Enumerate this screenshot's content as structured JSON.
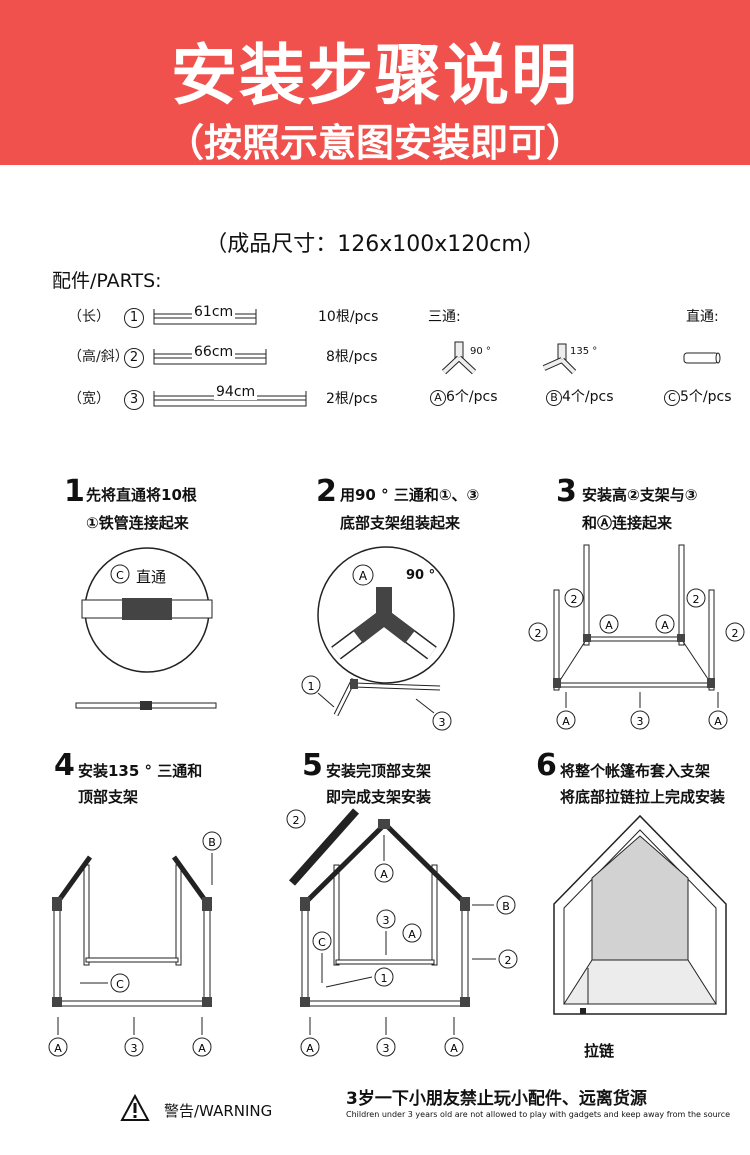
{
  "header": {
    "title": "安装步骤说明",
    "subtitle": "（按照示意图安装即可）"
  },
  "size_line": "（成品尺寸：126x100x120cm）",
  "parts_label": "配件/PARTS:",
  "parts": [
    {
      "name": "（长）",
      "num": "1",
      "length": "61cm",
      "qty": "10根/pcs"
    },
    {
      "name": "（高/斜）",
      "num": "2",
      "length": "66cm",
      "qty": "8根/pcs"
    },
    {
      "name": "（宽）",
      "num": "3",
      "length": "94cm",
      "qty": "2根/pcs"
    }
  ],
  "connectors": {
    "tee_label": "三通:",
    "straight_label": "直通:",
    "angle90": "90 °",
    "angle135": "135 °",
    "a_qty": "6个/pcs",
    "b_qty": "4个/pcs",
    "c_qty": "5个/pcs",
    "a": "A",
    "b": "B",
    "c": "C"
  },
  "steps": [
    {
      "num": "1",
      "line1": "先将直通将10根",
      "line2": "①铁管连接起来",
      "callout": "直通"
    },
    {
      "num": "2",
      "line1": "用90 ° 三通和①、③",
      "line2": "底部支架组装起来",
      "callout": "90 °"
    },
    {
      "num": "3",
      "line1": "安装高②支架与③",
      "line2": "和Ⓐ连接起来"
    },
    {
      "num": "4",
      "line1": "安装135 ° 三通和",
      "line2": "顶部支架"
    },
    {
      "num": "5",
      "line1": "安装完顶部支架",
      "line2": "即完成支架安装"
    },
    {
      "num": "6",
      "line1": "将整个帐篷布套入支架",
      "line2": "将底部拉链拉上完成安装",
      "zipper": "拉链"
    }
  ],
  "markers": {
    "one": "1",
    "two": "2",
    "three": "3"
  },
  "warning": {
    "label": "警告/WARNING",
    "cn": "3岁一下小朋友禁止玩小配件、远离货源",
    "en": "Children under 3 years old are not allowed to play with gadgets and keep away from the source"
  }
}
